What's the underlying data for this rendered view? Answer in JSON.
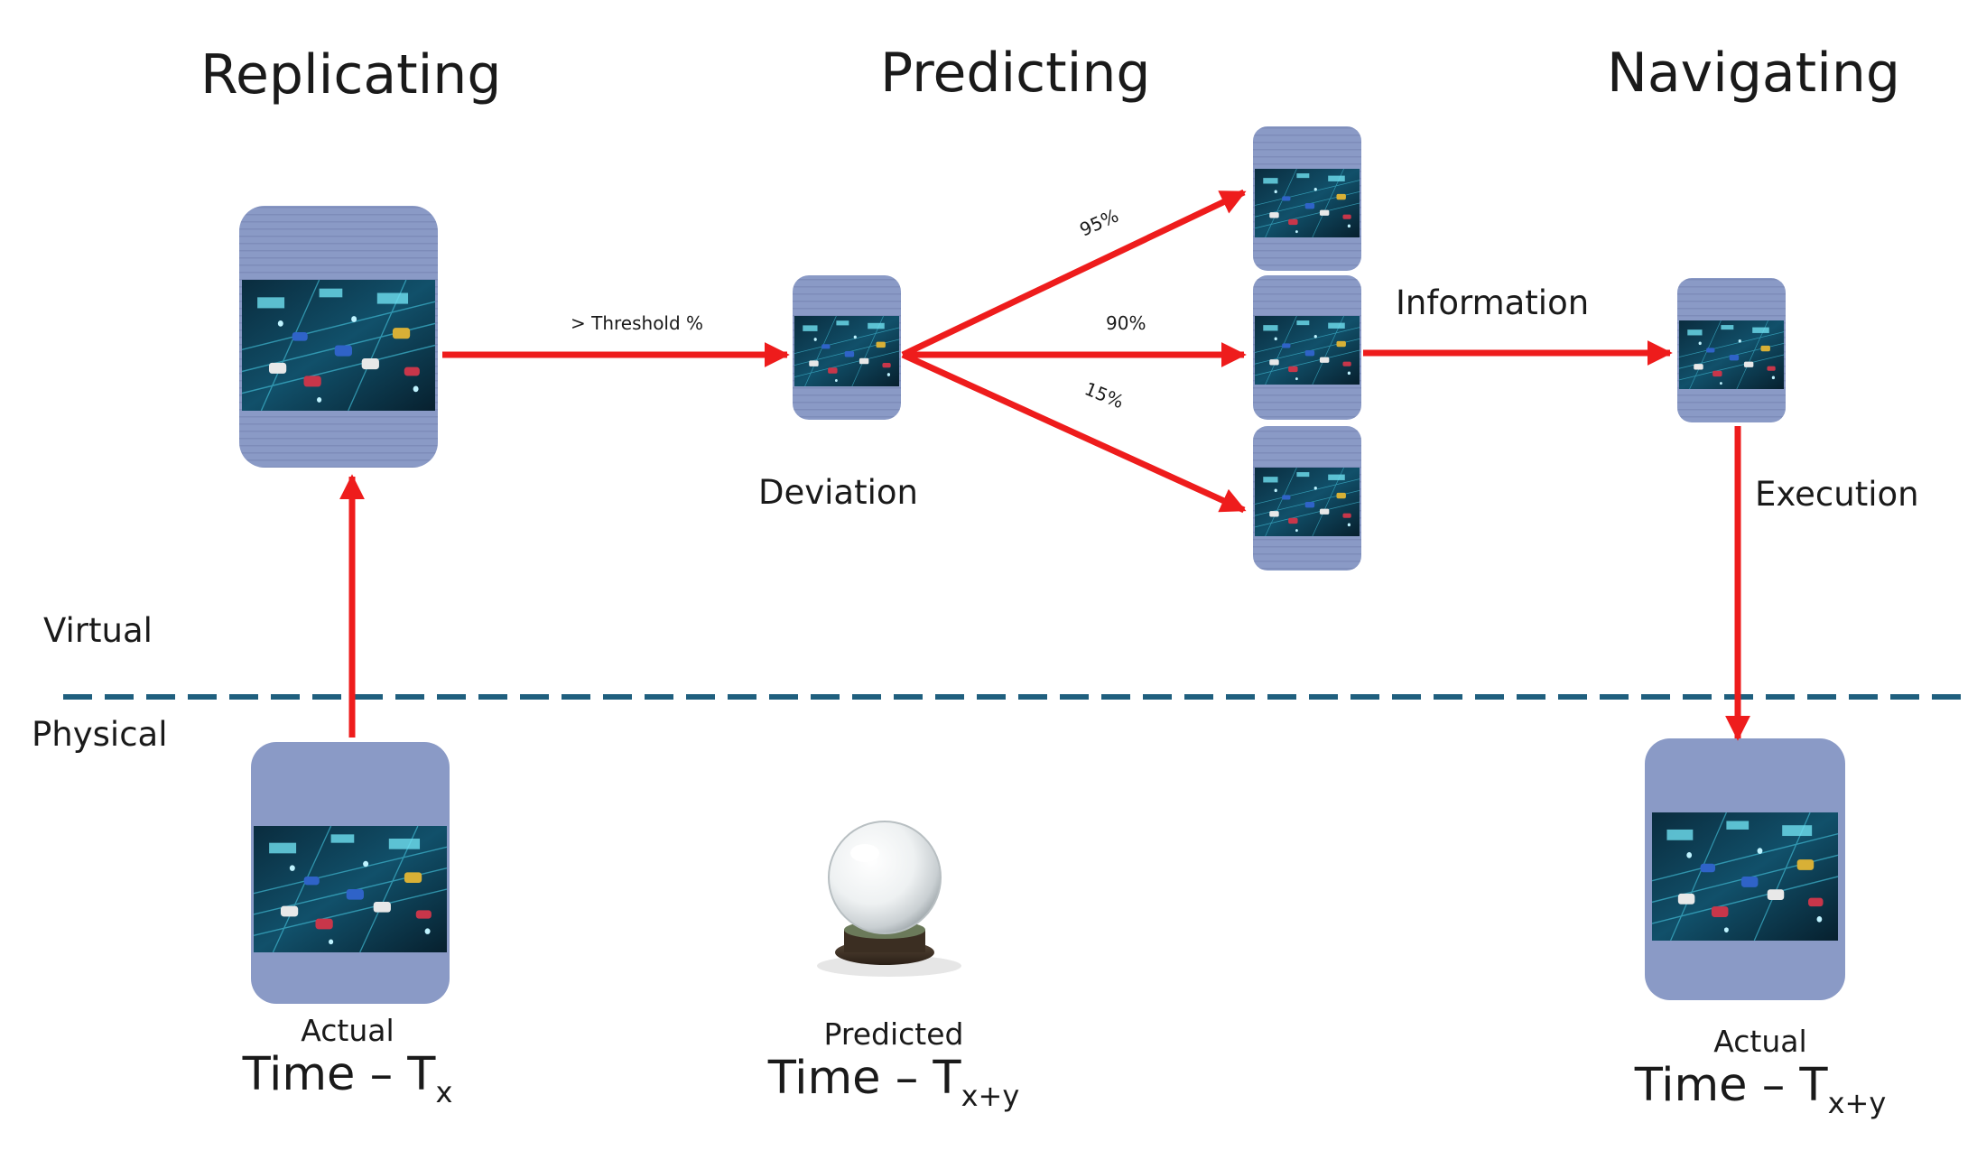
{
  "stages": {
    "replicating": "Replicating",
    "predicting": "Predicting",
    "navigating": "Navigating"
  },
  "layers": {
    "virtual": "Virtual",
    "physical": "Physical"
  },
  "edges": {
    "threshold": "> Threshold %",
    "deviation": "Deviation",
    "information": "Information",
    "execution": "Execution"
  },
  "scenarios": [
    {
      "probability": "95%"
    },
    {
      "probability": "90%"
    },
    {
      "probability": "15%"
    }
  ],
  "captions": {
    "actual_tx": {
      "kind": "Actual",
      "prefix": "Time – T",
      "sub": "x"
    },
    "predicted": {
      "kind": "Predicted",
      "prefix": "Time – T",
      "sub": "x+y"
    },
    "actual_txy": {
      "kind": "Actual",
      "prefix": "Time – T",
      "sub": "x+y"
    }
  },
  "colors": {
    "arrow": "#ee1c1c",
    "card": "#8a9ac6",
    "screen": "#0d3447",
    "divider": "#1f5f7e"
  },
  "icons": {
    "crystal_ball": "crystal-ball-icon",
    "traffic_scene": "traffic-scene-icon"
  }
}
